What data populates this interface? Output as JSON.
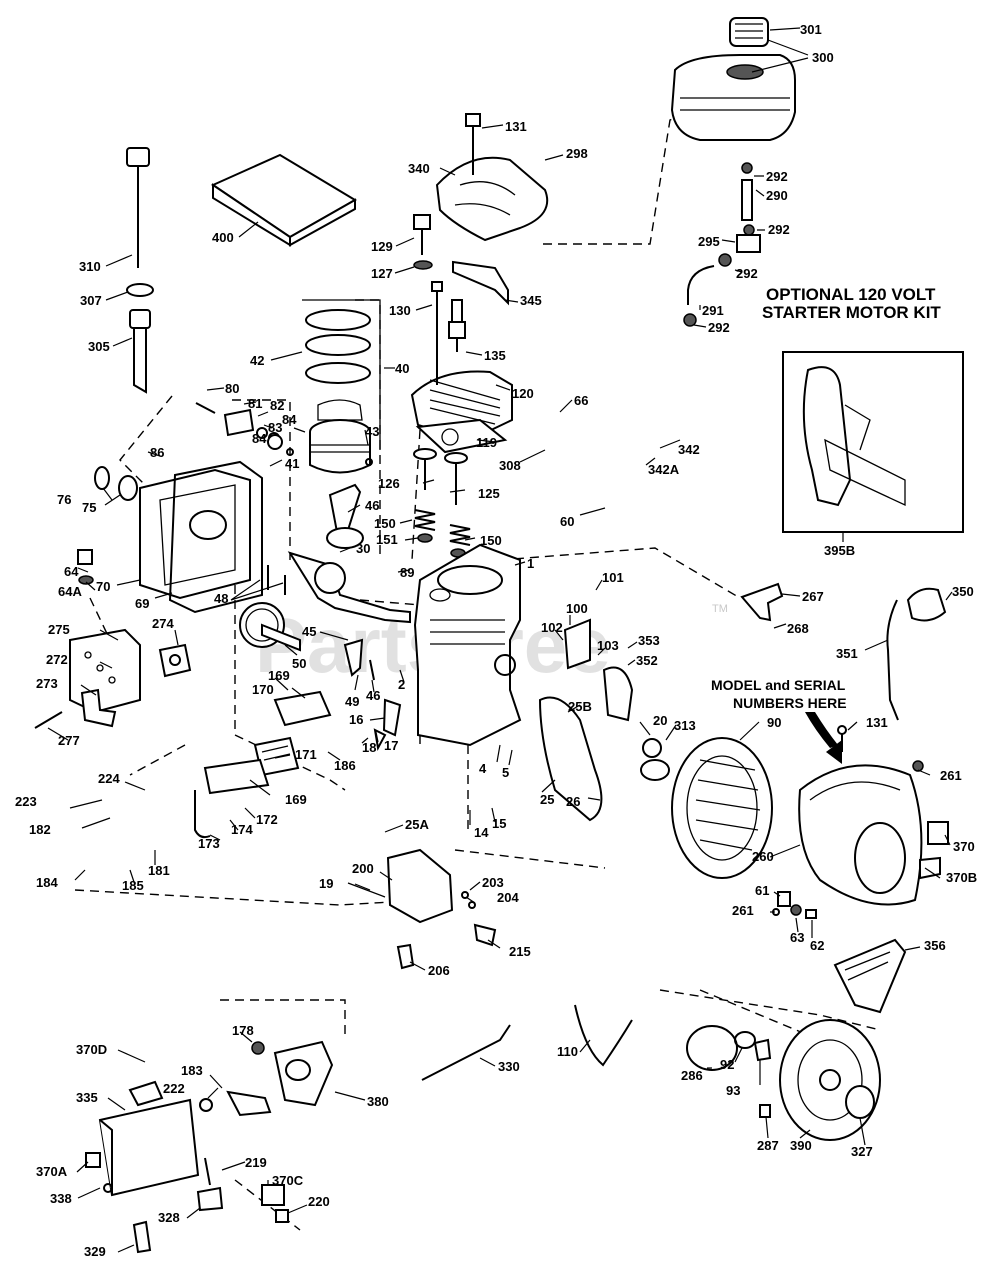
{
  "watermark": {
    "text": "PartsTree",
    "trademark": "TM"
  },
  "kit_title": {
    "line1": "OPTIONAL 120 VOLT",
    "line2": "STARTER MOTOR KIT"
  },
  "model_note": {
    "line1": "MODEL and SERIAL",
    "line2": "NUMBERS HERE"
  },
  "labels": {
    "p301": "301",
    "p300": "300",
    "p131a": "131",
    "p298": "298",
    "p340": "340",
    "p292a": "292",
    "p290": "290",
    "p292b": "292",
    "p295": "295",
    "p292c": "292",
    "p291": "291",
    "p292d": "292",
    "p400": "400",
    "p310": "310",
    "p307": "307",
    "p305": "305",
    "p129": "129",
    "p127": "127",
    "p345": "345",
    "p130": "130",
    "p135": "135",
    "p42": "42",
    "p40": "40",
    "p80": "80",
    "p81": "81",
    "p82": "82",
    "p84a": "84",
    "p83": "83",
    "p43": "43",
    "p84b": "84",
    "p120": "120",
    "p66": "66",
    "p119": "119",
    "p342": "342",
    "p308": "308",
    "p342a": "342A",
    "p41": "41",
    "p86": "86",
    "p76": "76",
    "p75": "75",
    "p126": "126",
    "p125": "125",
    "p46": "46",
    "p60": "60",
    "p150a": "150",
    "p151": "151",
    "p150b": "150",
    "p395b": "395B",
    "p30": "30",
    "p1": "1",
    "p64": "64",
    "p64a": "64A",
    "p70": "70",
    "p69": "69",
    "p48": "48",
    "p89": "89",
    "p101": "101",
    "p267": "267",
    "p350": "350",
    "p275": "275",
    "p274": "274",
    "p45": "45",
    "p100": "100",
    "p102": "102",
    "p268": "268",
    "p353": "353",
    "p103": "103",
    "p352": "352",
    "p272": "272",
    "p50": "50",
    "p351": "351",
    "p273": "273",
    "p170": "170",
    "p169a": "169",
    "p49": "49",
    "p46b": "46",
    "p2": "2",
    "p25b": "25B",
    "p20": "20",
    "p313": "313",
    "p90": "90",
    "p16": "16",
    "p131b": "131",
    "p277": "277",
    "p171": "171",
    "p18": "18",
    "p17": "17",
    "p186": "186",
    "p4": "4",
    "p5": "5",
    "p224": "224",
    "p261a": "261",
    "p223": "223",
    "p169b": "169",
    "p25": "25",
    "p26": "26",
    "p182": "182",
    "p172": "172",
    "p174": "174",
    "p14": "14",
    "p15": "15",
    "p25a": "25A",
    "p173": "173",
    "p181": "181",
    "p185": "185",
    "p370": "370",
    "p260": "260",
    "p184": "184",
    "p200": "200",
    "p370b": "370B",
    "p203": "203",
    "p19": "19",
    "p204": "204",
    "p61": "61",
    "p261b": "261",
    "p63": "63",
    "p62": "62",
    "p215": "215",
    "p356": "356",
    "p206": "206",
    "p178": "178",
    "p370d": "370D",
    "p110": "110",
    "p330": "330",
    "p92": "92",
    "p286": "286",
    "p93": "93",
    "p183": "183",
    "p222": "222",
    "p335": "335",
    "p380": "380",
    "p287": "287",
    "p390": "390",
    "p327": "327",
    "p219": "219",
    "p370a": "370A",
    "p370c": "370C",
    "p338": "338",
    "p220": "220",
    "p328": "328",
    "p329": "329"
  }
}
